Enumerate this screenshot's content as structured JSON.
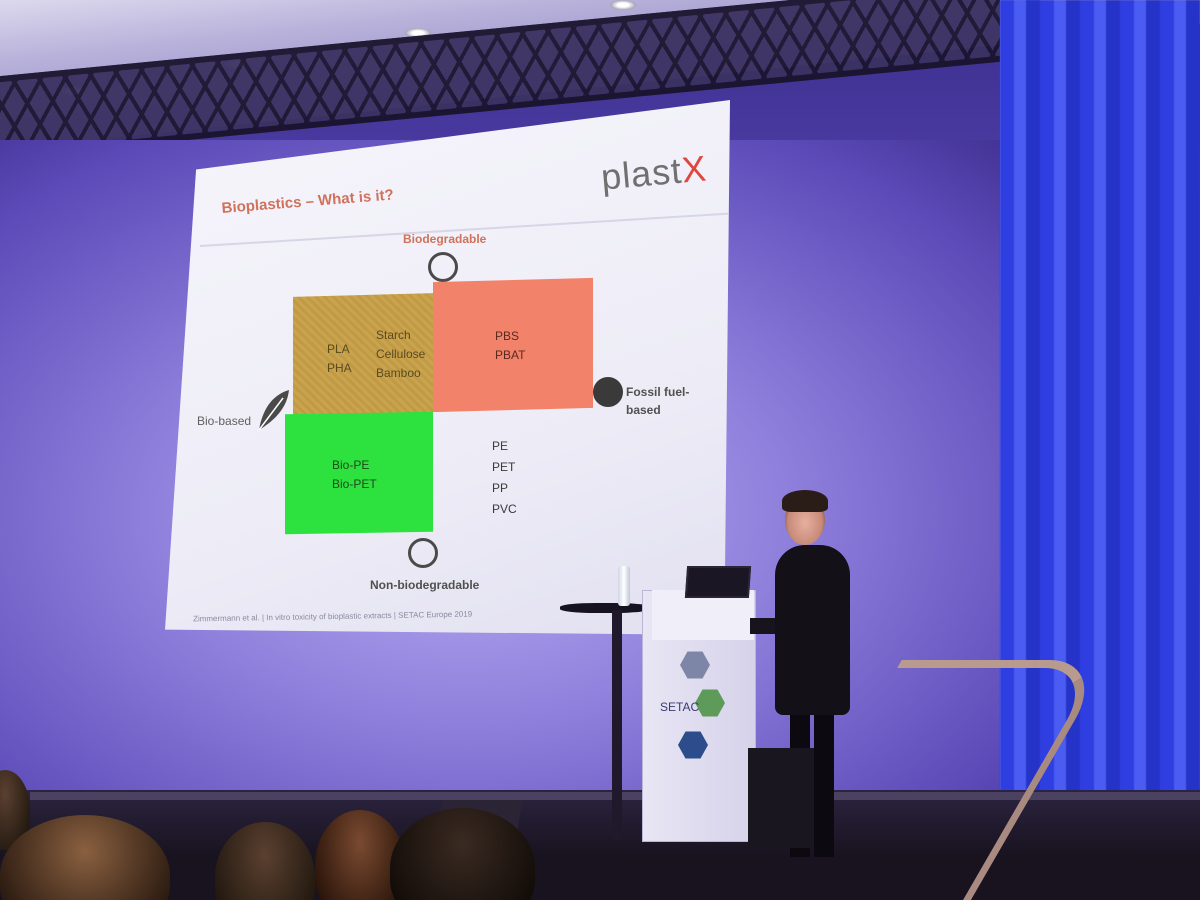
{
  "slide": {
    "logo_text": "plast",
    "logo_x": "X",
    "title": "Bioplastics – What is it?",
    "axis": {
      "top": "Biodegradable",
      "right": "Fossil fuel-based",
      "left": "Bio-based",
      "bottom": "Non-biodegradable"
    },
    "quadrants": {
      "top_left_a": [
        "PLA",
        "PHA"
      ],
      "top_left_b": [
        "Starch",
        "Cellulose",
        "Bamboo"
      ],
      "top_right": [
        "PBS",
        "PBAT"
      ],
      "bottom_left": [
        "Bio-PE",
        "Bio-PET"
      ],
      "bottom_right": [
        "PE",
        "PET",
        "PP",
        "PVC"
      ]
    },
    "footer": "Zimmermann et al. | In vitro toxicity of bioplastic extracts | SETAC Europe 2019"
  },
  "podium": {
    "brand": "SETAC"
  },
  "colors": {
    "title": "#d0725a",
    "logo_x": "#e0463e",
    "quadrant_bio_degradable": "#c9a44f",
    "quadrant_fossil_degradable": "#f2826a",
    "quadrant_bio_nondegradable": "#2de23f"
  }
}
